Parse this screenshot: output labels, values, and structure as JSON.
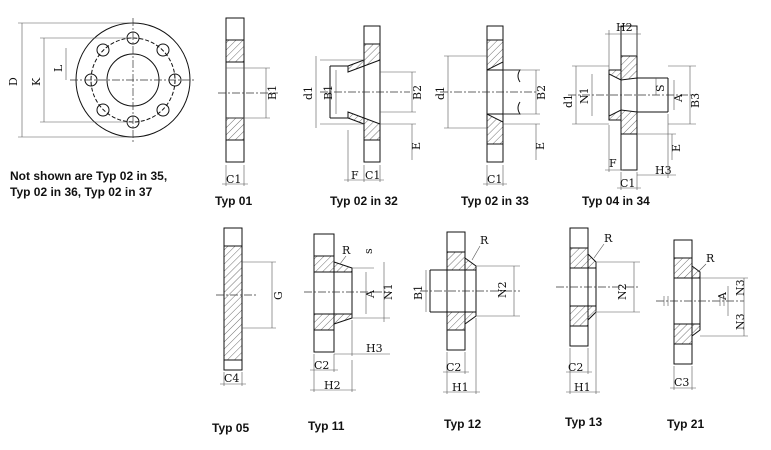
{
  "note": {
    "line1": "Not shown are Typ 02 in 35,",
    "line2": "Typ 02 in 36, Typ 02 in 37"
  },
  "captions": {
    "typ01": "Typ 01",
    "typ02_32": "Typ 02 in 32",
    "typ02_33": "Typ 02 in 33",
    "typ04_34": "Typ 04 in 34",
    "typ05": "Typ 05",
    "typ11": "Typ 11",
    "typ12": "Typ 12",
    "typ13": "Typ 13",
    "typ21": "Typ 21"
  },
  "labels": {
    "D": "D",
    "K": "K",
    "L": "L",
    "B1": "B1",
    "B2": "B2",
    "B3": "B3",
    "C1": "C1",
    "C2": "C2",
    "C3": "C3",
    "C4": "C4",
    "d1": "d1",
    "E": "E",
    "F": "F",
    "G": "G",
    "H1": "H1",
    "H2": "H2",
    "H3": "H3",
    "N1": "N1",
    "N2": "N2",
    "N3": "N3",
    "A": "A",
    "S": "S",
    "s": "s",
    "R": "R"
  }
}
